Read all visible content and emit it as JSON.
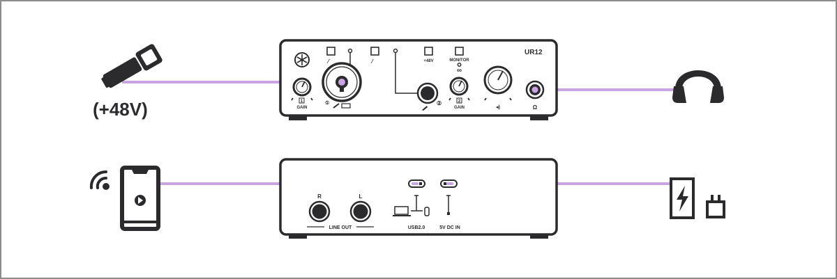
{
  "diagram": {
    "type": "connection-diagram",
    "device": {
      "model": "UR12",
      "front_panel": {
        "brand_logo": "yamaha-tuning-fork-icon",
        "controls": [
          {
            "id": "pad-switch-1",
            "icon": "pad-icon"
          },
          {
            "id": "pad-switch-2",
            "icon": "pad-icon"
          },
          {
            "id": "phantom-power-switch",
            "label": "+48V"
          },
          {
            "id": "monitor-switch",
            "label": "MONITOR",
            "sub_label": "∞"
          },
          {
            "id": "gain-knob-1",
            "label": "GAIN",
            "channel": "1"
          },
          {
            "id": "combo-input-1",
            "channel": "1"
          },
          {
            "id": "hi-z-input-2",
            "channel": "2"
          },
          {
            "id": "gain-knob-2",
            "label": "GAIN",
            "channel": "2"
          },
          {
            "id": "output-level-knob",
            "icon": "speaker-icon"
          },
          {
            "id": "headphone-jack",
            "label": "Ω"
          }
        ]
      },
      "rear_panel": {
        "line_out": {
          "label": "LINE OUT",
          "right_label": "R",
          "left_label": "L"
        },
        "usb": {
          "label": "USB2.0"
        },
        "dc_in": {
          "label": "5V DC IN"
        }
      }
    },
    "external_devices": {
      "microphone": {
        "icon": "condenser-microphone-icon",
        "label": "(+48V)"
      },
      "headphones": {
        "icon": "headphones-icon"
      },
      "smartphone": {
        "icon": "smartphone-play-icon",
        "badge": "wireless-icon"
      },
      "power": {
        "icons": [
          "power-bank-icon",
          "usb-power-adapter-icon"
        ]
      }
    },
    "connections": [
      {
        "from": "microphone",
        "to": "combo-input-1"
      },
      {
        "from": "headphone-jack",
        "to": "headphones"
      },
      {
        "from": "smartphone",
        "to": "usb"
      },
      {
        "from": "dc_in",
        "to": "power"
      }
    ],
    "colors": {
      "line": "#c9a4e3",
      "ink": "#2b2b2d",
      "frame_border": "#8c8c8c",
      "background": "#ffffff"
    },
    "text": {
      "mic_phantom": "(+48V)",
      "model": "UR12",
      "plus48v": "+48V",
      "monitor": "MONITOR",
      "gain": "GAIN",
      "line_out": "LINE OUT",
      "r": "R",
      "l": "L",
      "usb": "USB2.0",
      "dcin": "5V DC IN",
      "ch1": "1",
      "ch2": "2"
    }
  }
}
